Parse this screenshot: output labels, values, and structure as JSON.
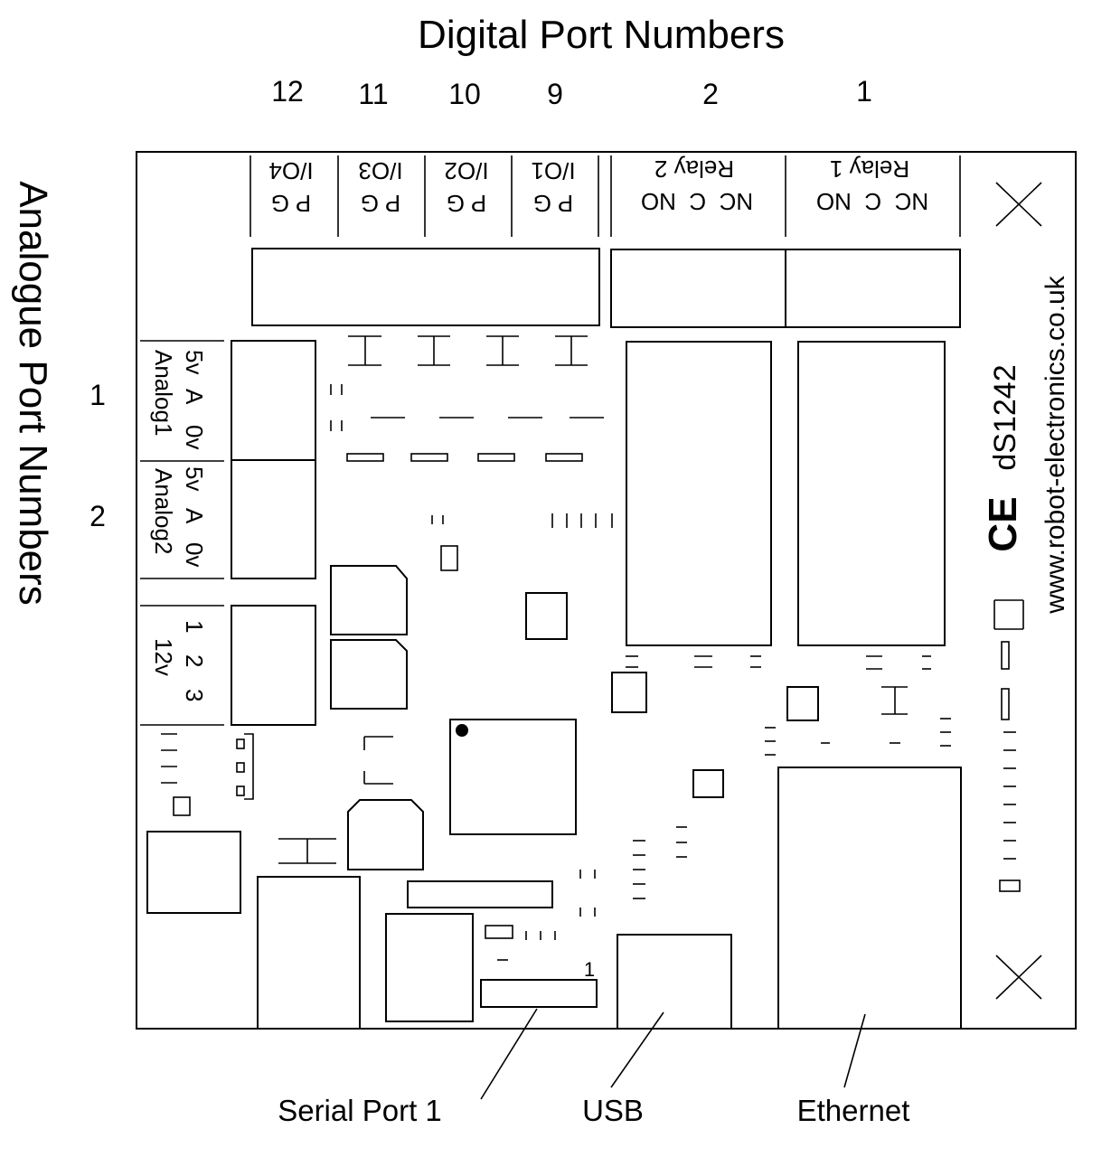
{
  "title_digital": "Digital Port Numbers",
  "title_analogue": "Analogue Port Numbers",
  "digital_ports": [
    "12",
    "11",
    "10",
    "9",
    "2",
    "1"
  ],
  "analogue_ports": [
    "1",
    "2"
  ],
  "terminals": {
    "io": [
      "I/O4",
      "I/O3",
      "I/O2",
      "I/O1"
    ],
    "io_pins": "P G",
    "relays": [
      "Relay 2",
      "Relay 1"
    ],
    "relay_pins": "NC  C  NO",
    "analog1": {
      "name": "Analog1",
      "pins": [
        "5v",
        "A",
        "0v"
      ]
    },
    "analog2": {
      "name": "Analog2",
      "pins": [
        "5v",
        "A",
        "0v"
      ]
    },
    "power": {
      "name": "12v",
      "pins": [
        "1",
        "2",
        "3"
      ]
    }
  },
  "board": {
    "model": "dS1242",
    "website": "www.robot-electronics.co.uk",
    "ce_mark": "CE",
    "header_pin1": "1"
  },
  "connectors": {
    "serial": "Serial Port 1",
    "usb": "USB",
    "ethernet": "Ethernet"
  }
}
